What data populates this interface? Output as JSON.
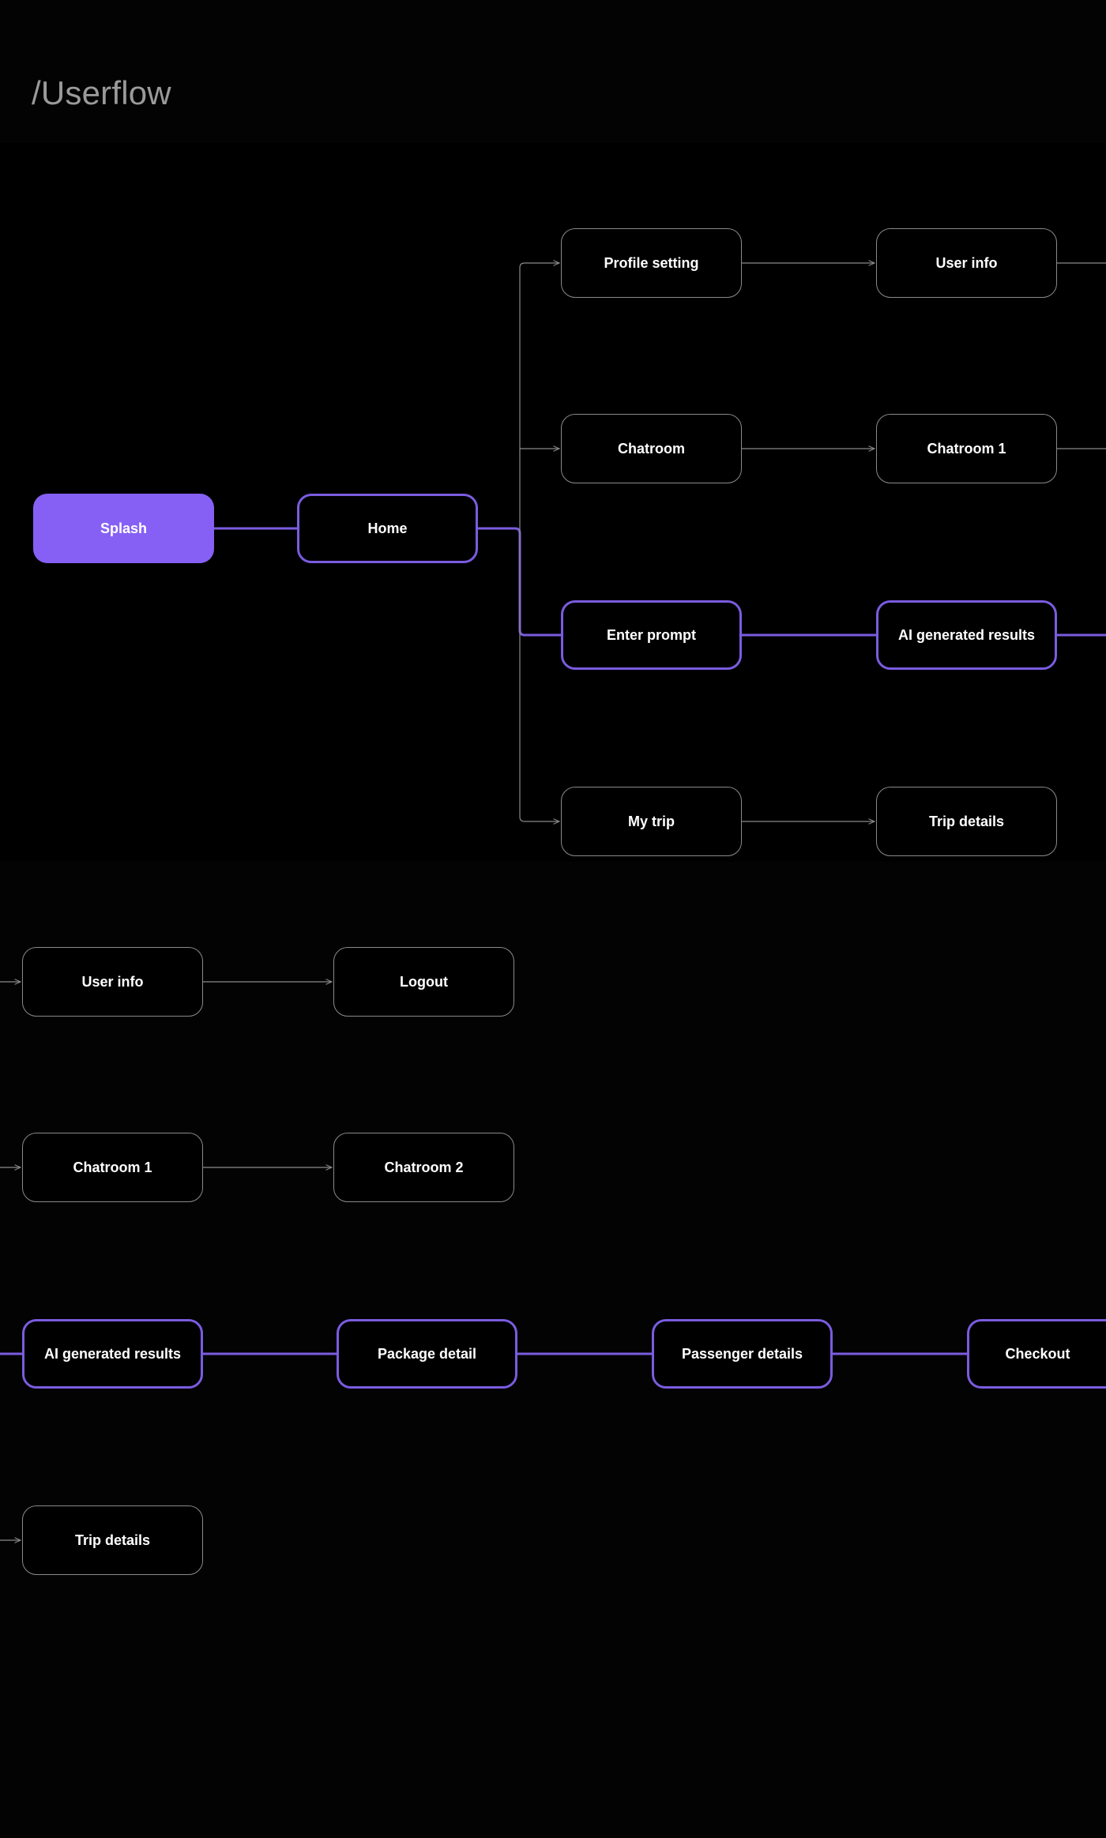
{
  "title": "/Userflow",
  "colors": {
    "background": "#030303",
    "accent": "#8660f5",
    "highlight_line": "#7a5ce0",
    "line": "#8a8a8a",
    "text": "#ffffff"
  },
  "nodes": {
    "splash": "Splash",
    "home": "Home",
    "profile_setting": "Profile setting",
    "user_info": "User info",
    "chatroom": "Chatroom",
    "chatroom_1": "Chatroom 1",
    "enter_prompt": "Enter prompt",
    "ai_generated_results": "AI generated results",
    "my_trip": "My trip",
    "trip_details": "Trip details",
    "user_info_2": "User info",
    "logout": "Logout",
    "chatroom_1_2": "Chatroom 1",
    "chatroom_2": "Chatroom 2",
    "ai_generated_results_2": "AI generated results",
    "package_detail": "Package detail",
    "passenger_details": "Passenger details",
    "checkout": "Checkout",
    "trip_details_2": "Trip details"
  },
  "highlighted_path": [
    "Splash",
    "Home",
    "Enter prompt",
    "AI generated results",
    "Package detail",
    "Passenger details",
    "Checkout"
  ]
}
